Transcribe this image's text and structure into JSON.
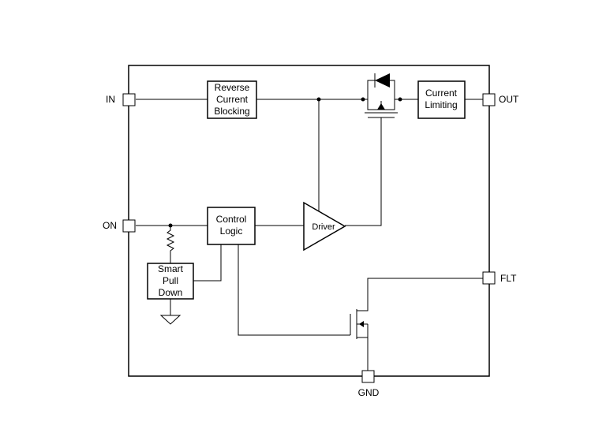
{
  "pins": {
    "in": "IN",
    "on": "ON",
    "out": "OUT",
    "flt": "FLT",
    "gnd": "GND"
  },
  "blocks": {
    "reverse_current_blocking": [
      "Reverse",
      "Current",
      "Blocking"
    ],
    "current_limiting": [
      "Current",
      "Limiting"
    ],
    "control_logic": [
      "Control",
      "Logic"
    ],
    "smart_pull_down": [
      "Smart",
      "Pull",
      "Down"
    ],
    "driver": "Driver"
  }
}
